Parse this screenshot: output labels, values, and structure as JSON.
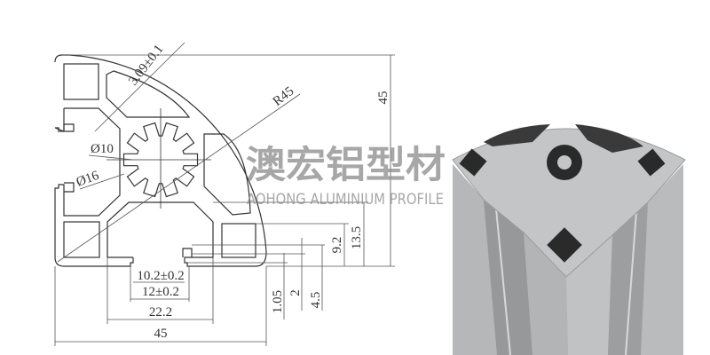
{
  "drawing": {
    "dimensions": {
      "slot_opening": "10.2±0.2",
      "slot_width": "12±0.2",
      "inner_width": "22.2",
      "overall_width": "45",
      "overall_height": "45",
      "wall_thickness": "3.09±0.1",
      "radius": "R45",
      "core_inner": "Ø10",
      "core_outer": "Ø16",
      "dim_1_05": "1.05",
      "dim_2": "2",
      "dim_4_5": "4.5",
      "dim_9_2": "9.2",
      "dim_13_5": "13.5"
    }
  },
  "watermark": {
    "chinese": "澳宏铝型材",
    "english": "AOHONG ALUMINIUM PROFILE"
  },
  "colors": {
    "line": "#333333",
    "aluminium_light": "#b8babb",
    "aluminium_dark": "#8e9091",
    "cavity": "#2a2a2a"
  }
}
